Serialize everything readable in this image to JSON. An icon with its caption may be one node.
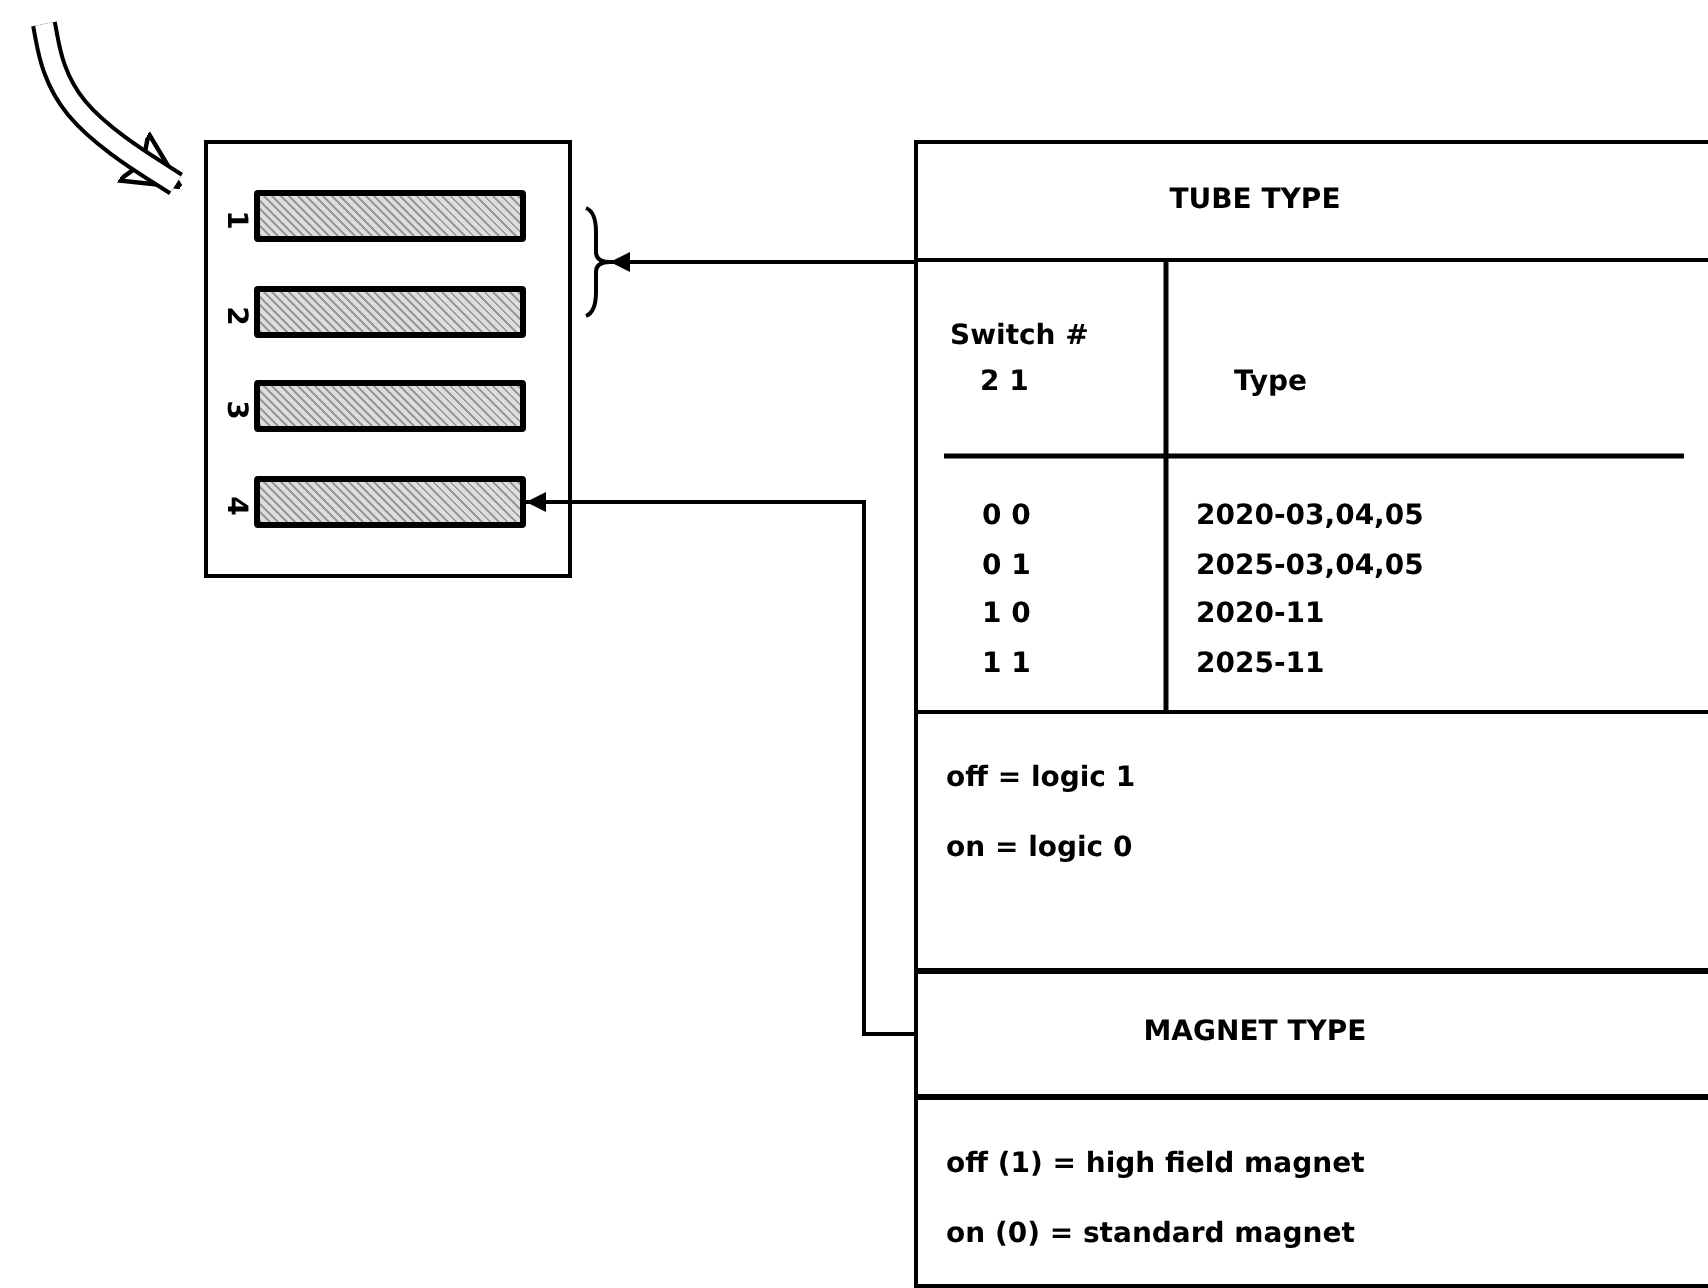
{
  "diagram": {
    "nodes": [
      {
        "text": [],
        "shape": "box"
      },
      {
        "text": [],
        "shape": "bar",
        "in": 0,
        "beside": [
          "1"
        ]
      },
      {
        "text": [],
        "shape": "bar",
        "in": 0,
        "beside": [
          "2"
        ]
      },
      {
        "text": [],
        "shape": "bar",
        "in": 0,
        "beside": [
          "3"
        ]
      },
      {
        "text": [],
        "shape": "bar",
        "in": 0,
        "beside": [
          "4"
        ]
      },
      {
        "text": [],
        "shape": "bracket"
      },
      {
        "text": [
          "TUBE TYPE"
        ]
      },
      {
        "text": [
          "off = logic 1",
          "on = logic 0"
        ]
      },
      {
        "text": [
          "MAGNET TYPE"
        ]
      },
      {
        "text": [
          "off (1) = high field magnet",
          "on (0) = standard magnet"
        ]
      }
    ],
    "edges": [
      {
        "from": null,
        "to": 0,
        "arrow": "to",
        "style": "thick"
      },
      {
        "from": 6,
        "to": 5,
        "arrow": "to"
      },
      {
        "from": 8,
        "to": 4,
        "arrow": "to"
      }
    ],
    "labels": [
      "Switch #",
      "2 1",
      "Type",
      "0 0",
      "2020-03,04,05",
      "0 1",
      "2025-03,04,05",
      "1 0",
      "2020-11",
      "1 1",
      "2025-11"
    ]
  }
}
